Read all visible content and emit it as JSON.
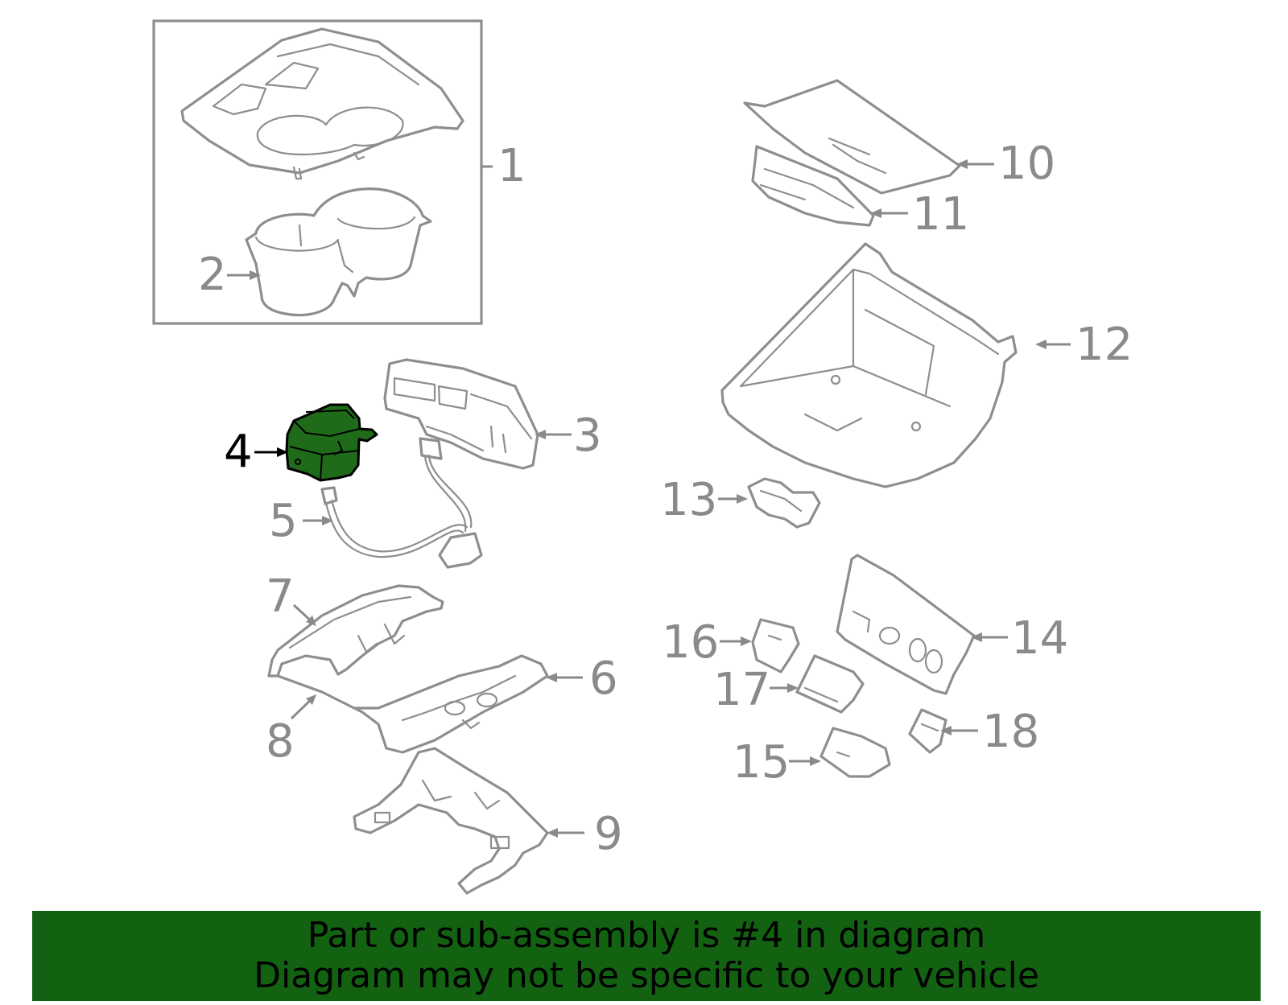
{
  "highlight_color": "#1f6b1a",
  "banner": {
    "line1": "Part or sub-assembly is #4 in diagram",
    "line2": "Diagram may not be specific to your vehicle",
    "background": "#126212"
  },
  "callouts": [
    {
      "id": "1",
      "label": "1"
    },
    {
      "id": "2",
      "label": "2"
    },
    {
      "id": "3",
      "label": "3"
    },
    {
      "id": "4",
      "label": "4",
      "highlighted": true
    },
    {
      "id": "5",
      "label": "5"
    },
    {
      "id": "6",
      "label": "6"
    },
    {
      "id": "7",
      "label": "7"
    },
    {
      "id": "8",
      "label": "8"
    },
    {
      "id": "9",
      "label": "9"
    },
    {
      "id": "10",
      "label": "10"
    },
    {
      "id": "11",
      "label": "11"
    },
    {
      "id": "12",
      "label": "12"
    },
    {
      "id": "13",
      "label": "13"
    },
    {
      "id": "14",
      "label": "14"
    },
    {
      "id": "15",
      "label": "15"
    },
    {
      "id": "16",
      "label": "16"
    },
    {
      "id": "17",
      "label": "17"
    },
    {
      "id": "18",
      "label": "18"
    }
  ]
}
